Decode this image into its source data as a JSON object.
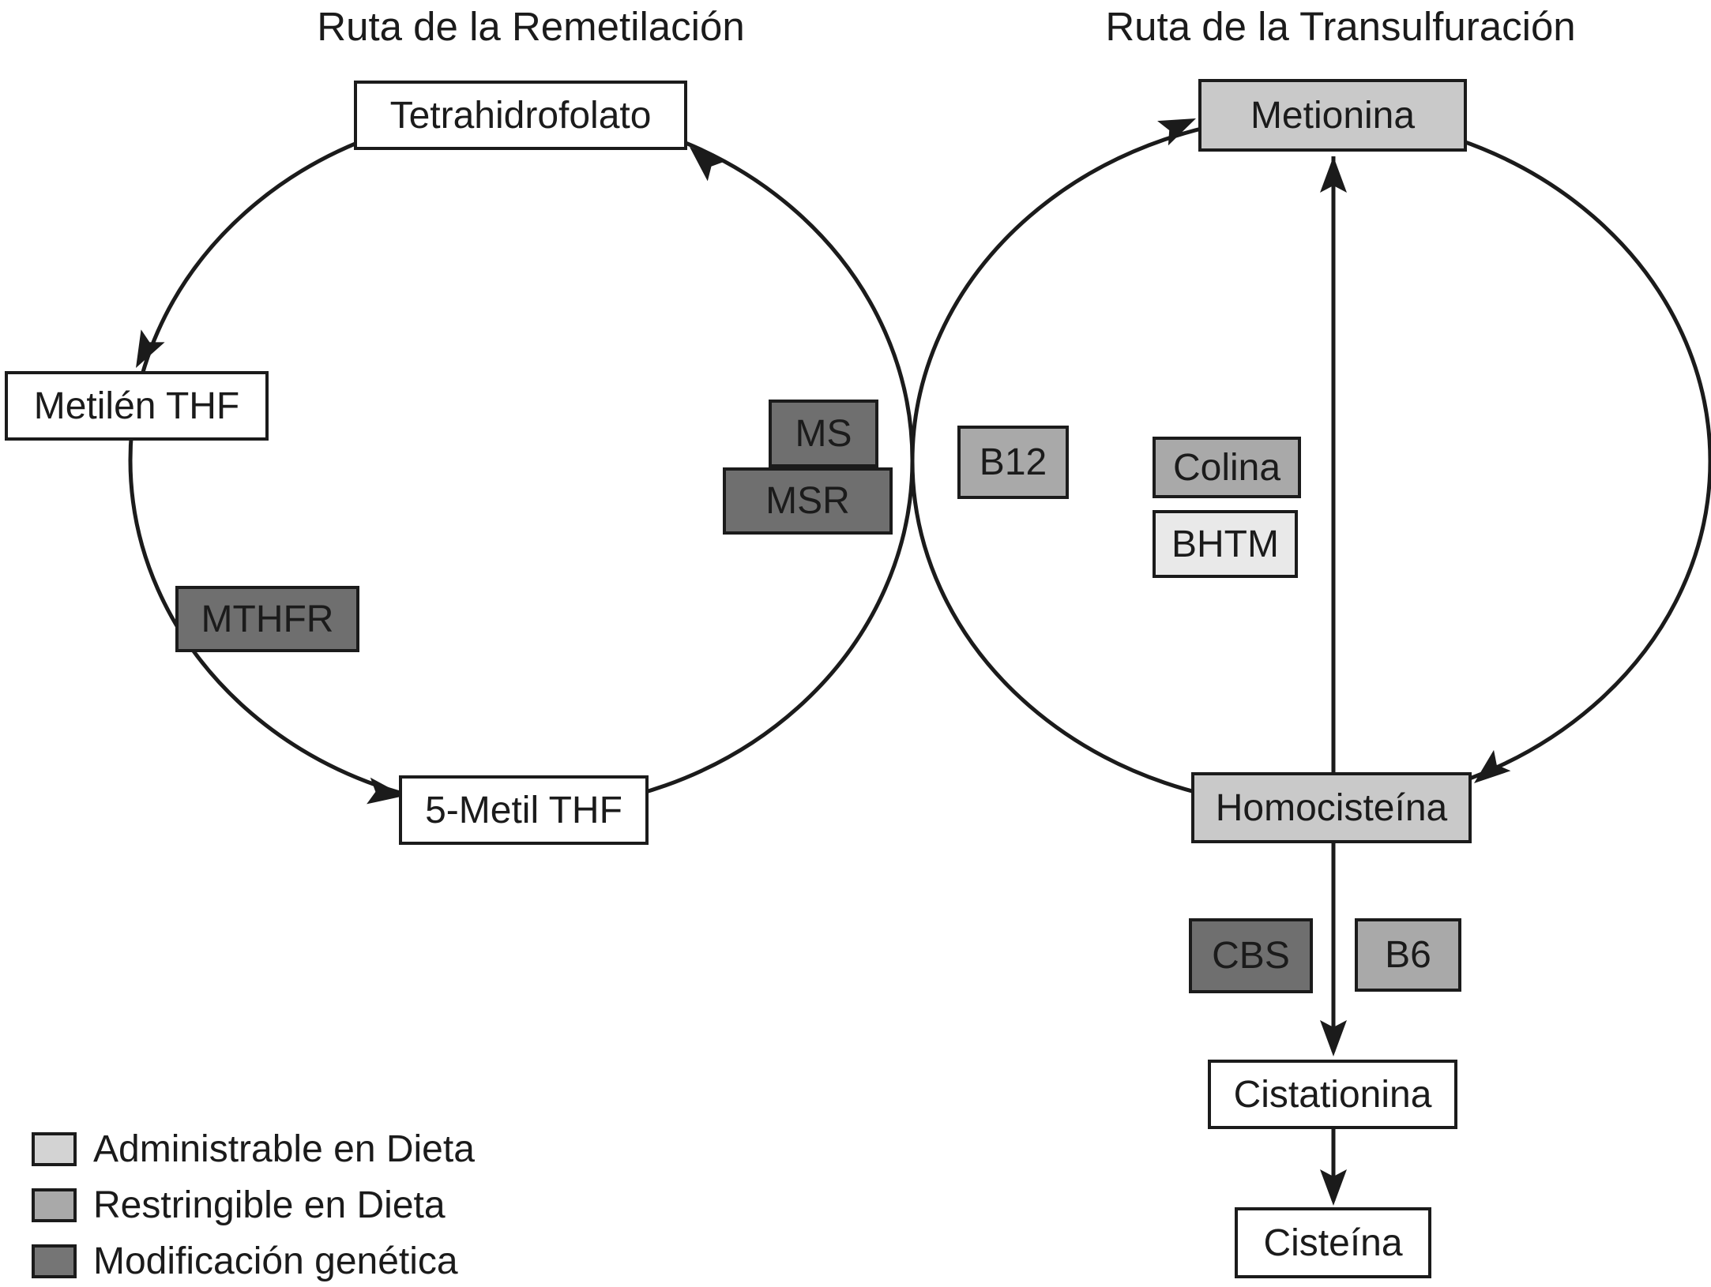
{
  "titles": {
    "left": "Ruta de la Remetilación",
    "right": "Ruta de la Transulfuración"
  },
  "nodes": {
    "tetrahidrofolato": {
      "label": "Tetrahidrofolato",
      "category": "metabolite"
    },
    "metilen_thf": {
      "label": "Metilén THF",
      "category": "metabolite"
    },
    "mthfr": {
      "label": "MTHFR",
      "category": "Modificación genética"
    },
    "five_metil_thf": {
      "label": "5-Metil THF",
      "category": "metabolite"
    },
    "ms": {
      "label": "MS",
      "category": "Modificación genética"
    },
    "msr": {
      "label": "MSR",
      "category": "Modificación genética"
    },
    "b12": {
      "label": "B12",
      "category": "Restringible en Dieta"
    },
    "colina": {
      "label": "Colina",
      "category": "Restringible en Dieta"
    },
    "bhtm": {
      "label": "BHTM",
      "category": "Administrable en Dieta"
    },
    "metionina": {
      "label": "Metionina",
      "category": "Administrable en Dieta"
    },
    "homocisteina": {
      "label": "Homocisteína",
      "category": "Administrable en Dieta"
    },
    "cbs": {
      "label": "CBS",
      "category": "Modificación genética"
    },
    "b6": {
      "label": "B6",
      "category": "Restringible en Dieta"
    },
    "cistationina": {
      "label": "Cistationina",
      "category": "metabolite"
    },
    "cisteina": {
      "label": "Cisteína",
      "category": "metabolite"
    }
  },
  "legend": {
    "items": [
      {
        "label": "Administrable en Dieta",
        "color": "#d3d3d3"
      },
      {
        "label": "Restringible en Dieta",
        "color": "#a9a9a9"
      },
      {
        "label": "Modificación genética",
        "color": "#757575"
      }
    ]
  },
  "colors": {
    "background": "#ffffff",
    "line": "#1b1b1b",
    "node_white": "#ffffff",
    "node_light": "#e9e9e9",
    "node_lightmid": "#c9c9c9",
    "node_medium": "#a9a9a9",
    "node_dark": "#6f6f6f"
  }
}
